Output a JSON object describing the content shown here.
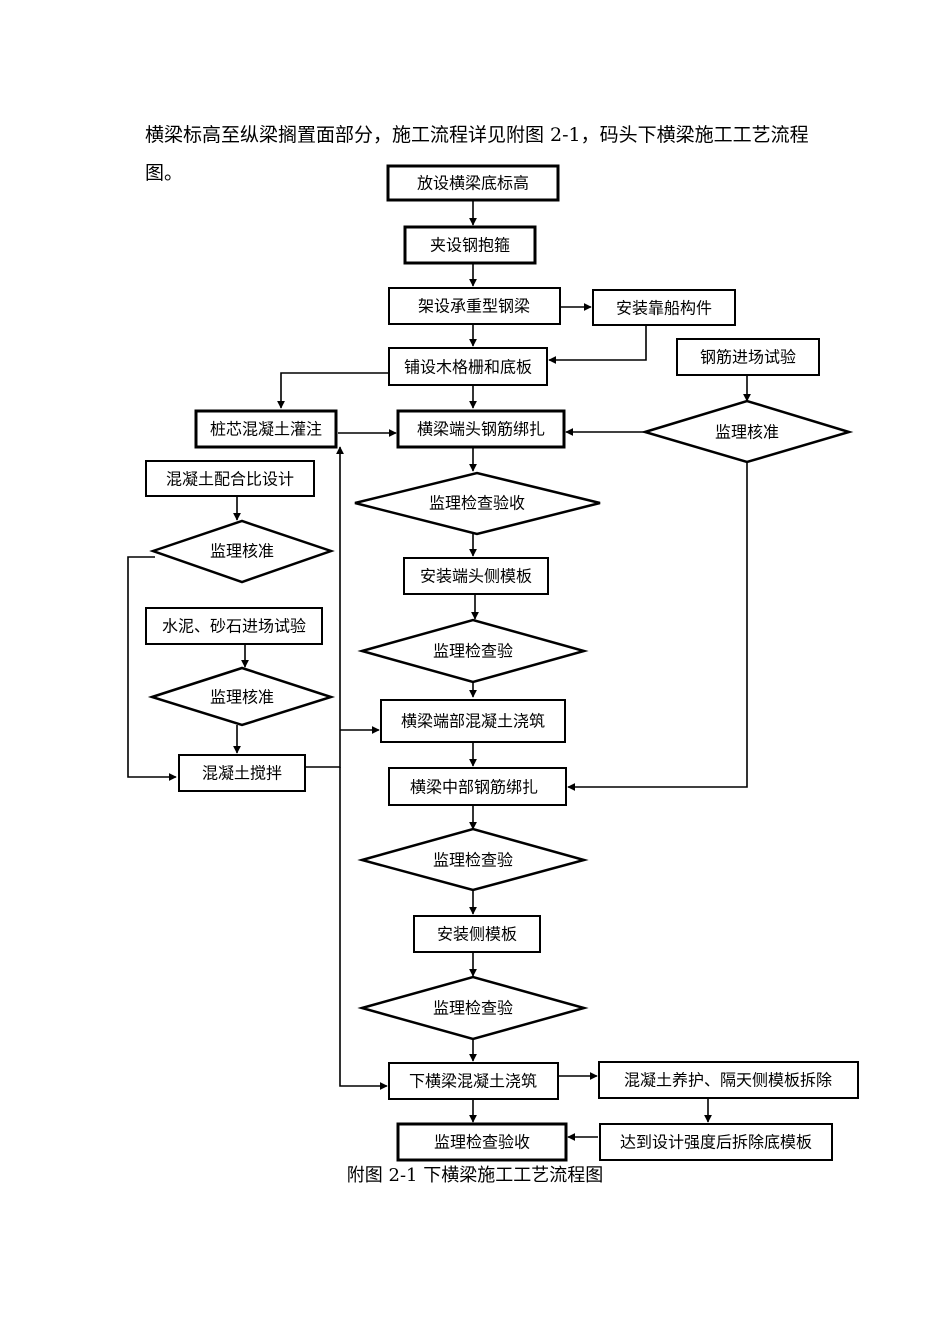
{
  "paragraph": "横梁标高至纵梁搁置面部分，施工流程详见附图 2-1，码头下横梁施工工艺流程图。",
  "caption": "附图 2-1  下横梁施工工艺流程图",
  "nodes": {
    "fangshe": "放设横梁底标高",
    "jiashe_gbg": "夹设钢抱箍",
    "jiashe_czx": "架设承重型钢梁",
    "anzhuang_kc": "安装靠船构件",
    "pushe": "铺设木格栅和底板",
    "gangjin_jc": "钢筋进场试验",
    "zhuangxin": "桩芯混凝土灌注",
    "duantou_bz": "横梁端头钢筋绑扎",
    "jianli_hz_right": "监理核准",
    "hunningtu_pb": "混凝土配合比设计",
    "jianli_jcys1": "监理检查验收",
    "jianli_hz_left1": "监理核准",
    "anzhuang_dtcm": "安装端头侧模板",
    "shuini": "水泥、砂石进场试验",
    "jianli_jcy1": "监理检查验",
    "jianli_hz_left2": "监理核准",
    "duanbu_jz": "横梁端部混凝土浇筑",
    "jiaoban": "混凝土搅拌",
    "zhongbu_bz": "横梁中部钢筋绑扎",
    "jianli_jcy2": "监理检查验",
    "anzhuang_cmb": "安装侧模板",
    "jianli_jcy3": "监理检查验",
    "xia_jz": "下横梁混凝土浇筑",
    "yanghu": "混凝土养护、隔天侧模板拆除",
    "jianli_jcys2": "监理检查验收",
    "dadao": "达到设计强度后拆除底模板"
  }
}
